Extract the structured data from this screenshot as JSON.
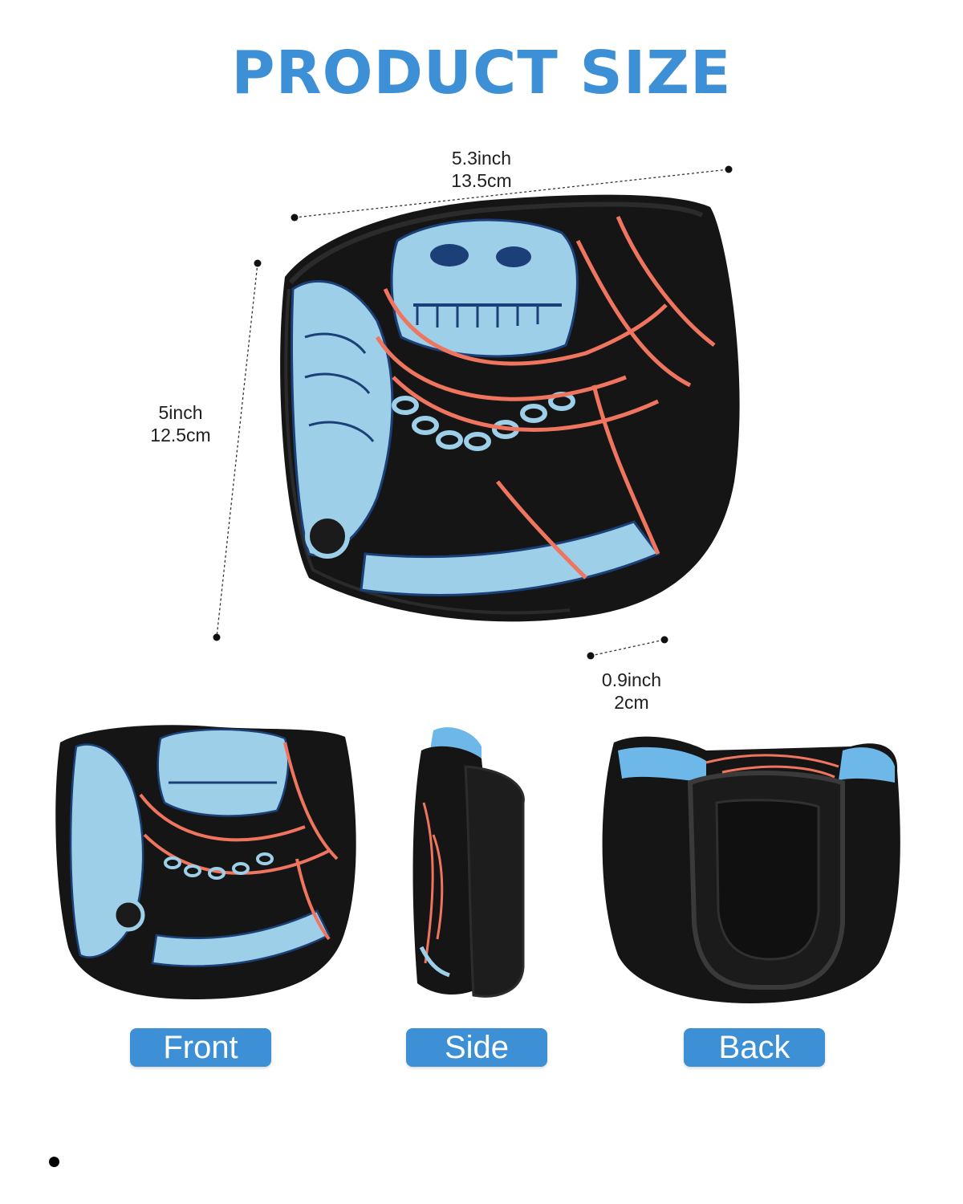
{
  "title": "PRODUCT SIZE",
  "colors": {
    "accent": "#3d8fd6",
    "cover_black": "#151515",
    "embroidery_blue": "#9ecfe9",
    "embroidery_red": "#f0755f",
    "lining_blue": "#6db8e8"
  },
  "dimensions": {
    "width": {
      "imperial": "5.3inch",
      "metric": "13.5cm"
    },
    "height": {
      "imperial": "5inch",
      "metric": "12.5cm"
    },
    "depth": {
      "imperial": "0.9inch",
      "metric": "2cm"
    }
  },
  "views": [
    {
      "label": "Front"
    },
    {
      "label": "Side"
    },
    {
      "label": "Back"
    }
  ]
}
